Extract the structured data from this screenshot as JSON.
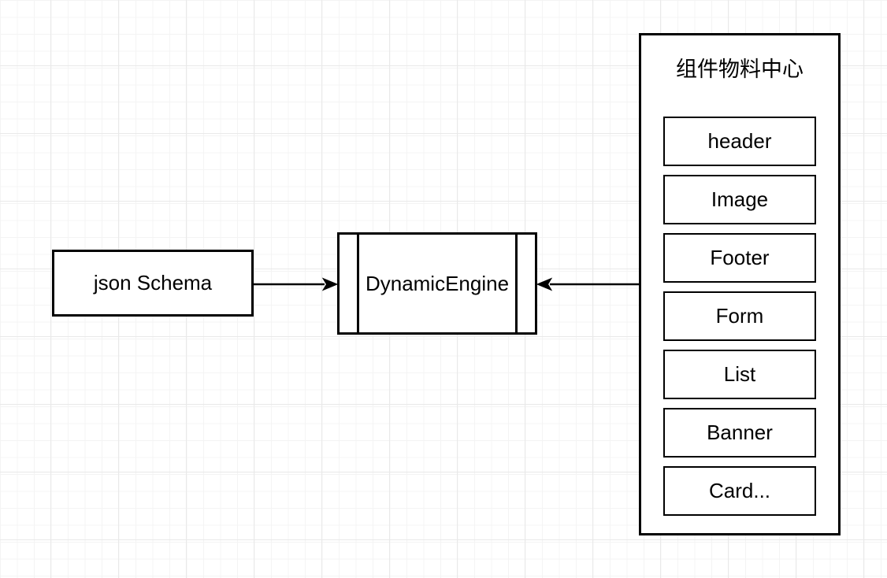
{
  "diagram": {
    "json_schema_label": "json Schema",
    "engine_label": "DynamicEngine",
    "panel": {
      "title": "组件物料中心",
      "components": [
        "header",
        "Image",
        "Footer",
        "Form",
        "List",
        "Banner",
        "Card..."
      ]
    },
    "edges": [
      {
        "name": "json-schema-to-engine",
        "direction": "right"
      },
      {
        "name": "material-center-to-engine",
        "direction": "left"
      }
    ],
    "colors": {
      "stroke": "#000000",
      "node_fill": "#ffffff",
      "grid_minor": "#f4f4f4",
      "grid_major": "#e9e9e9",
      "canvas_background": "#ffffff"
    }
  }
}
